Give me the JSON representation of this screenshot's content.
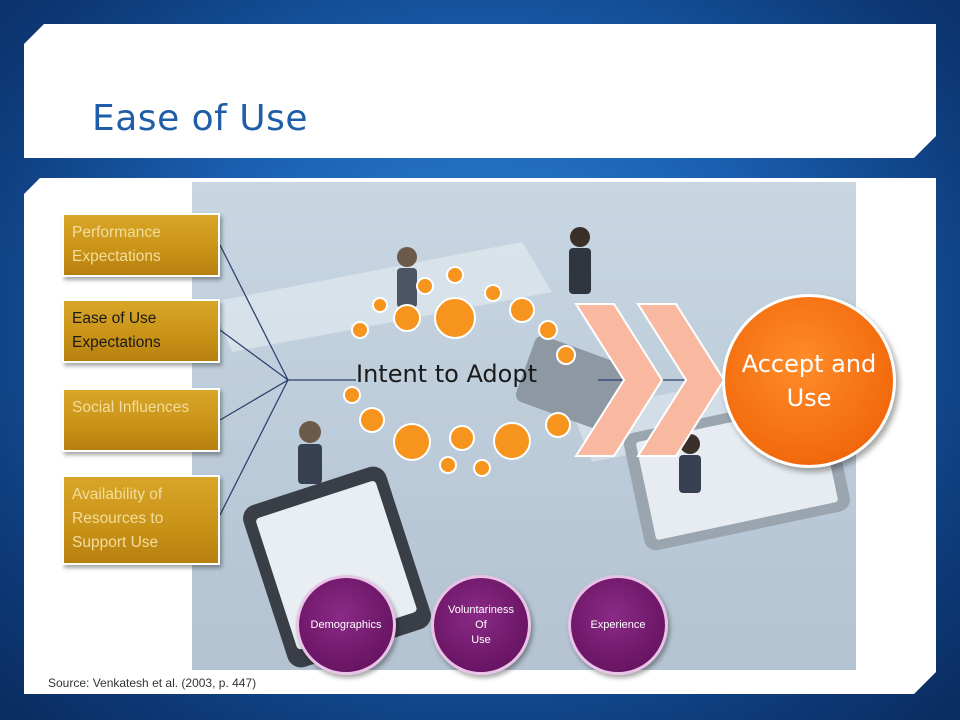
{
  "slide": {
    "title": "Ease of Use",
    "source": "Source: Venkatesh et al. (2003, p. 447)"
  },
  "factors": [
    {
      "label": "Performance Expectations",
      "state": "faded"
    },
    {
      "label": "Ease of Use Expectations",
      "state": "active"
    },
    {
      "label": "Social Influences",
      "state": "faded"
    },
    {
      "label": "Availability of Resources to Support Use",
      "state": "faded"
    }
  ],
  "intent": {
    "label": "Intent to Adopt"
  },
  "outcome": {
    "label": "Accept and Use"
  },
  "moderators": [
    {
      "label": "Demographics"
    },
    {
      "label": "Voluntariness\nOf\nUse"
    },
    {
      "label": "Experience"
    }
  ],
  "colors": {
    "title": "#1f5da8",
    "factor_box": "#c89216",
    "intent_dots": "#f7941d",
    "chevrons": "#f9b8a0",
    "outcome_circle": "#f26a0c",
    "moderator_circle": "#6a1565",
    "background": "#1a5fb0"
  }
}
